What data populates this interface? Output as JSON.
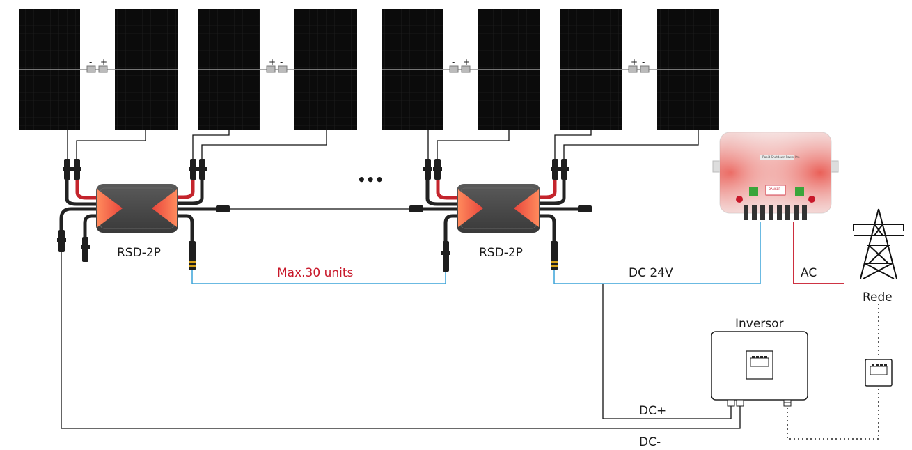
{
  "labels": {
    "rsd_left": "RSD-2P",
    "rsd_right": "RSD-2P",
    "max_units": "Max.30 units",
    "dc_24v": "DC 24V",
    "ac": "AC",
    "grid": "Rede",
    "inverter": "Inversor",
    "dc_plus": "DC+",
    "dc_minus": "DC-",
    "ellipsis": "•••",
    "box_header": "Rapid Shutdown Power Pro",
    "box_warning": "DANGER"
  },
  "polarity": [
    {
      "a": "-",
      "b": "+"
    },
    {
      "a": "+",
      "b": "-"
    },
    {
      "a": "-",
      "b": "+"
    },
    {
      "a": "+",
      "b": "-"
    }
  ],
  "colors": {
    "panel": "#0b0b0b",
    "cable": "#111111",
    "signal": "#3aa3d8",
    "ac": "#c8182a",
    "rsd_body": "#444444",
    "rsd_glow": "#f06a4a",
    "box_glow": "#e8453c"
  }
}
